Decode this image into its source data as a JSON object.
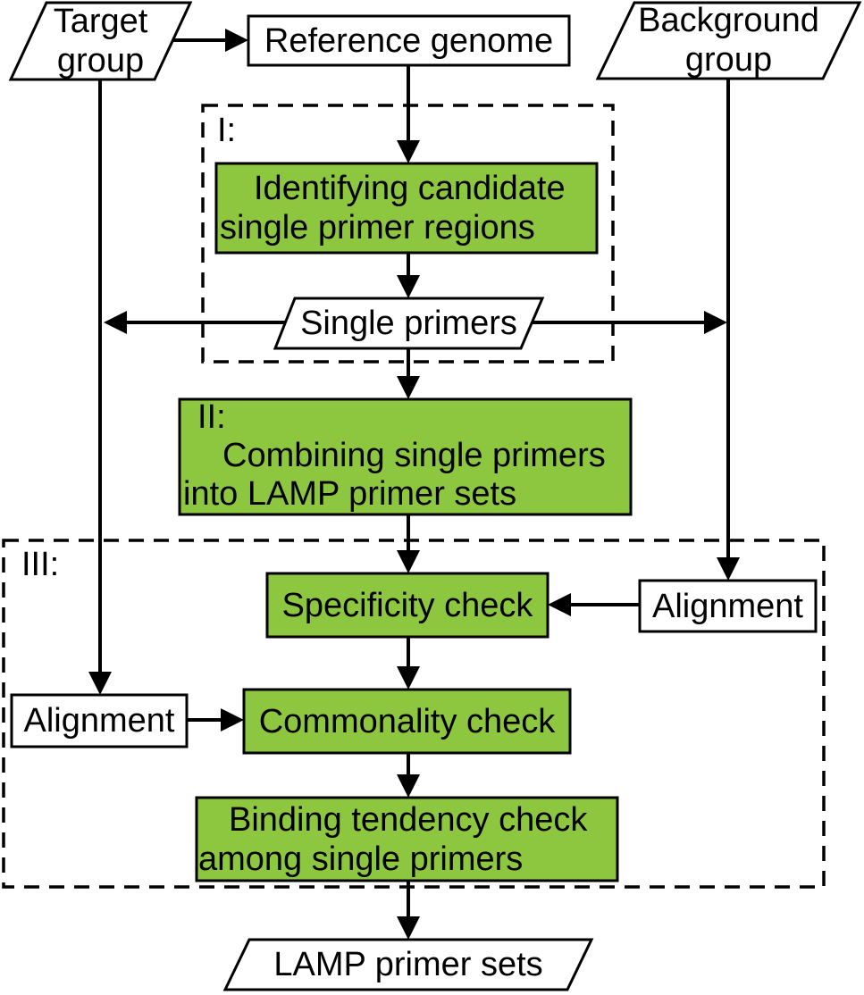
{
  "diagram": {
    "type": "flowchart",
    "colors": {
      "process_fill": "#8DC63F",
      "shape_stroke": "#000000",
      "line_color": "#000000",
      "background": "#FFFFFF"
    },
    "stages": {
      "one": "I:",
      "two": "II:",
      "three": "III:"
    },
    "nodes": {
      "target_group": {
        "line1": "Target",
        "line2": "group"
      },
      "reference_genome": {
        "label": "Reference genome"
      },
      "background_group": {
        "line1": "Background",
        "line2": "group"
      },
      "identify_candidates": {
        "line1": "Identifying candidate",
        "line2": "single primer regions"
      },
      "single_primers": {
        "label": "Single primers"
      },
      "combine": {
        "line1": "Combining single primers",
        "line2": "into LAMP primer sets"
      },
      "specificity_check": {
        "label": "Specificity check"
      },
      "alignment_right": {
        "label": "Alignment"
      },
      "alignment_left": {
        "label": "Alignment"
      },
      "commonality_check": {
        "label": "Commonality check"
      },
      "binding_tendency": {
        "line1": "Binding tendency check",
        "line2": "among single primers"
      },
      "lamp_primer_sets": {
        "label": "LAMP primer sets"
      }
    }
  }
}
